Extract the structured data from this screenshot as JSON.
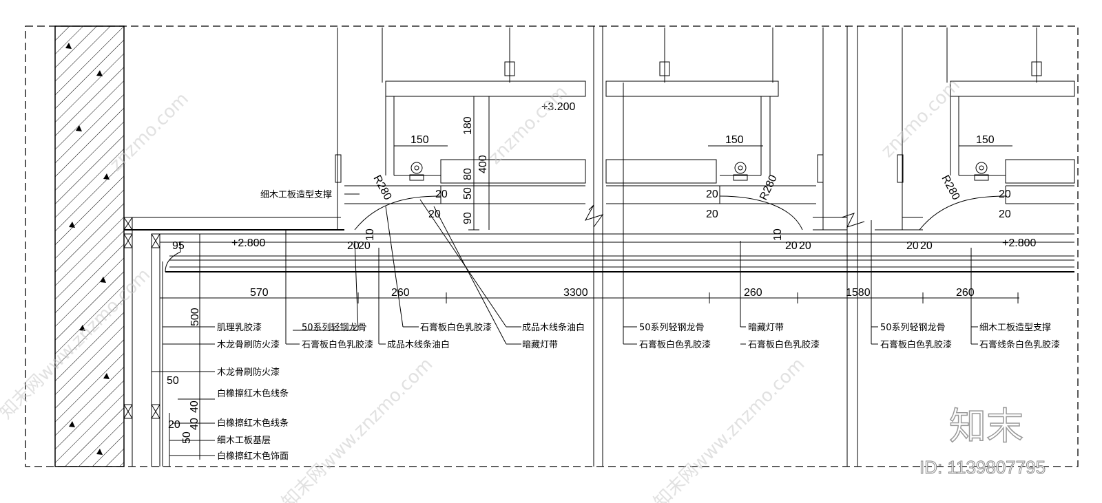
{
  "levels": [
    "+3.200",
    "+2.800",
    "+2.800"
  ],
  "dimensions": {
    "bottom": [
      "570",
      "260",
      "3300",
      "260",
      "1580",
      "260"
    ],
    "vertical": [
      "180",
      "400",
      "80",
      "50",
      "90"
    ],
    "detail_150": [
      "150",
      "150",
      "150"
    ],
    "small_20": [
      "20",
      "20",
      "20",
      "20",
      "20",
      "20",
      "20",
      "20",
      "20",
      "20",
      "20",
      "20"
    ],
    "small_10": [
      "10",
      "10"
    ],
    "radius": [
      "R280",
      "R280",
      "R280"
    ],
    "left": [
      "95",
      "500",
      "50",
      "20",
      "40",
      "40",
      "50"
    ]
  },
  "labels": {
    "support": "细木工板造型支撑",
    "l1": "肌理乳胶漆",
    "l2": "50系列轻钢龙骨",
    "l3": "石膏板白色乳胶漆",
    "l4": "成品木线条油白",
    "l5": "木龙骨刷防火漆",
    "l6": "石膏板白色乳胶漆",
    "l7": "成品木线条油白",
    "l8": "暗藏灯带",
    "l9": "木龙骨刷防火漆",
    "l10": "白橡擦红木色线条",
    "l11": "白橡擦红木色线条",
    "l12": "细木工板基层",
    "l13": "白橡擦红木色饰面",
    "m1": "50系列轻钢龙骨",
    "m2": "石膏板白色乳胶漆",
    "m3": "暗藏灯带",
    "m4": "石膏板白色乳胶漆",
    "r1": "50系列轻钢龙骨",
    "r2": "石膏板白色乳胶漆",
    "r3": "细木工板造型支撑",
    "r4": "石膏线条白色乳胶漆"
  },
  "logo": {
    "text": "知末",
    "id": "ID: 1139807795"
  },
  "watermark": [
    "znzmo.com",
    "znzmo.com",
    "知末网www.znzmo.com",
    "知末网www.znzmo.com",
    "知末网www.znzmo.com",
    "znzmo.com"
  ]
}
